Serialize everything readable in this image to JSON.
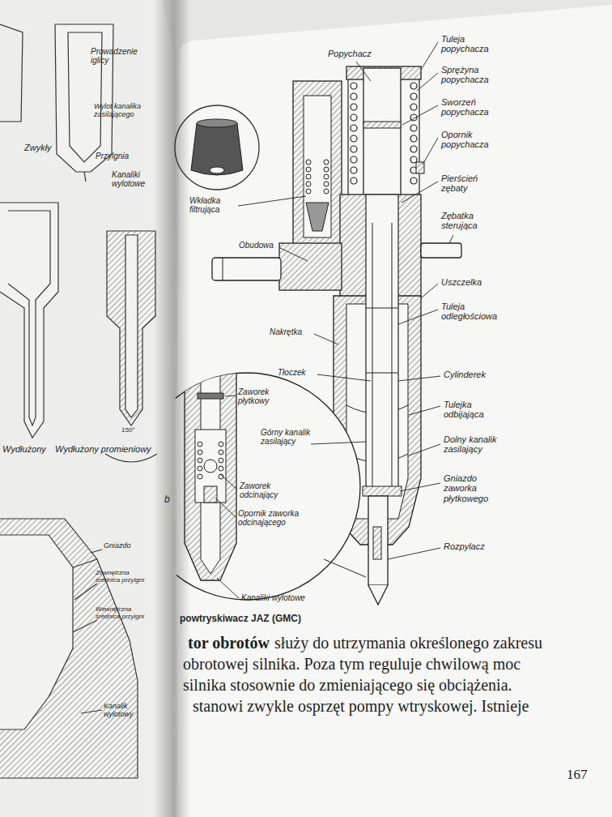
{
  "diagram": {
    "caption": "powtryskiwacz JAZ (GMC)",
    "labels": [
      "Prowadzenie iglicy",
      "Wylot kanalika zasilającego",
      "Przylgnia",
      "Zwykły",
      "Kanaliki wylotowe",
      "Wydłużony",
      "Wydłużony promieniowy",
      "150°",
      "Gniazdo",
      "Zewnętrzna średnica przylgni",
      "Wewnętrzna średnica przylgni",
      "Kanalik wylotowy",
      "Popychacz",
      "Tuleja popychacza",
      "Sprężyna popychacza",
      "Sworzeń popychacza",
      "Opornik popychacza",
      "Pierścień zębaty",
      "Zębatka sterująca",
      "Uszczelka",
      "Tuleja odległościowa",
      "Cylinderek",
      "Tulejka odbijająca",
      "Dolny kanalik zasilający",
      "Gniazdo zaworka płytkowego",
      "Rozpylacz",
      "Wkładka filtrująca",
      "Obudowa",
      "Nakrętka",
      "Tłoczek",
      "Zaworek płytkowy",
      "Górny kanalik zasilający",
      "Zaworek odcinający",
      "Opornik zaworka odcinającego",
      "Kanaliki wylotowe",
      "b",
      "tor obrotów",
      "służy do utrzymania określonego zakresu",
      "obrotowej silnika. Poza tym reguluje chwilową moc",
      "silnika stosownie do zmieniającego się obciążenia.",
      "stanowi zwykle osprzęt pompy wtryskowej. Istnieje",
      "167"
    ]
  }
}
